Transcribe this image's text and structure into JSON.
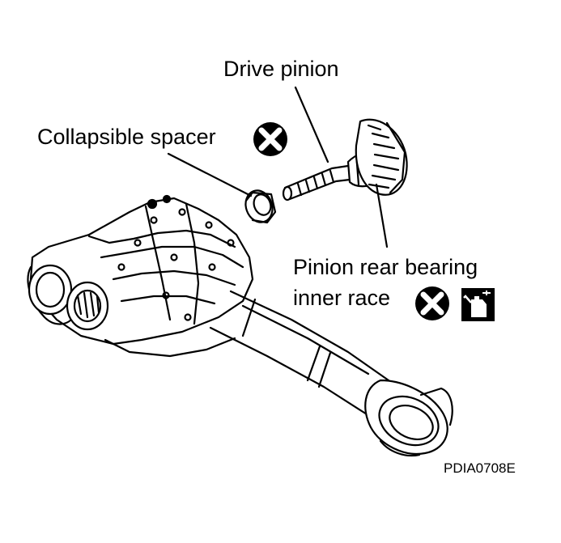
{
  "labels": {
    "drive_pinion": "Drive pinion",
    "collapsible_spacer": "Collapsible spacer",
    "pinion_rear_bearing_line1": "Pinion rear bearing",
    "pinion_rear_bearing_line2": "inner race",
    "figure_code": "PDIA0708E"
  },
  "icons": {
    "spacer_symbol": "do-not-reuse-icon",
    "race_symbol": "do-not-reuse-icon",
    "race_lube_symbol": "oil-can-icon"
  },
  "colors": {
    "ink": "#000000",
    "paper": "#ffffff"
  }
}
